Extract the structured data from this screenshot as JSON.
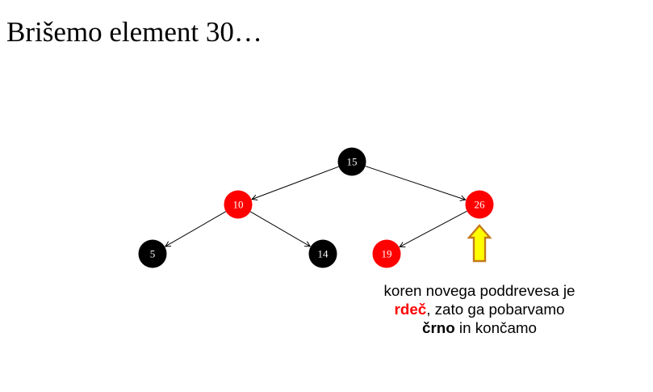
{
  "slide": {
    "title": "Brišemo element 30…"
  },
  "tree": {
    "nodes": [
      {
        "label": "15",
        "fill": "#000000"
      },
      {
        "label": "10",
        "fill": "#ff0000"
      },
      {
        "label": "26",
        "fill": "#ff0000"
      },
      {
        "label": "5",
        "fill": "#000000"
      },
      {
        "label": "14",
        "fill": "#000000"
      },
      {
        "label": "19",
        "fill": "#ff0000"
      }
    ],
    "edges": [
      {
        "from": 0,
        "to": 1
      },
      {
        "from": 0,
        "to": 2
      },
      {
        "from": 1,
        "to": 3
      },
      {
        "from": 1,
        "to": 4
      },
      {
        "from": 2,
        "to": 5
      }
    ],
    "label_color": "#ffffff",
    "edge_color": "#000000"
  },
  "pointer": {
    "icon": "up-arrow-icon",
    "fill": "#ffff00",
    "stroke": "#c47a1c"
  },
  "caption": {
    "lines": [
      [
        {
          "text": "koren novega poddrevesa je"
        }
      ],
      [
        {
          "text": "rdeč",
          "color": "#ff0000"
        },
        {
          "text": ", zato ga pobarvamo"
        }
      ],
      [
        {
          "text": "črno"
        },
        {
          "text": " in končamo"
        }
      ]
    ]
  }
}
